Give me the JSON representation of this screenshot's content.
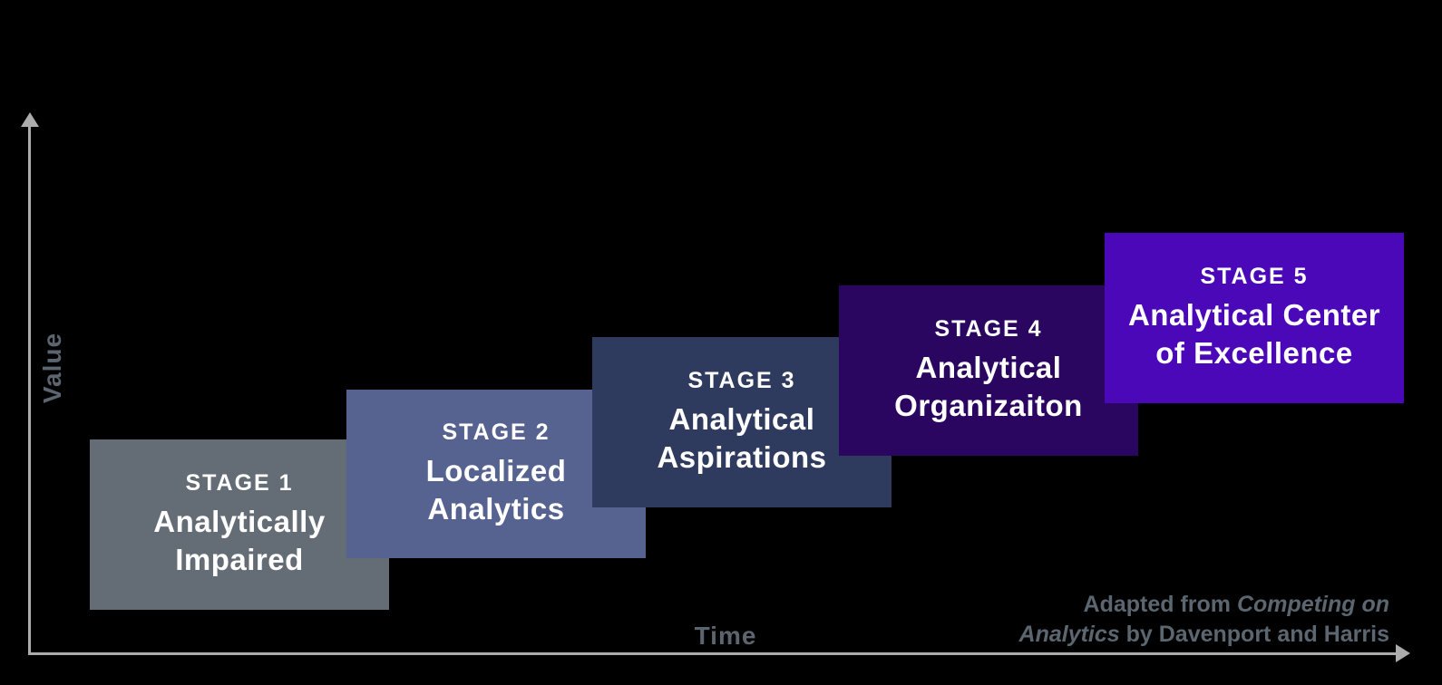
{
  "diagram": {
    "axes": {
      "y_label": "Value",
      "x_label": "Time"
    },
    "stages": [
      {
        "label": "STAGE 1",
        "title_lines": [
          "Analytically",
          "Impaired"
        ],
        "color": "#646c75"
      },
      {
        "label": "STAGE 2",
        "title_lines": [
          "Localized",
          "Analytics"
        ],
        "color": "#566390"
      },
      {
        "label": "STAGE 3",
        "title_lines": [
          "Analytical",
          "Aspirations"
        ],
        "color": "#2e3a5e"
      },
      {
        "label": "STAGE 4",
        "title_lines": [
          "Analytical",
          "Organizaiton"
        ],
        "color": "#2b0661"
      },
      {
        "label": "STAGE 5",
        "title_lines": [
          "Analytical Center",
          "of Excellence"
        ],
        "color": "#4b08b8"
      }
    ],
    "attribution": {
      "prefix": "Adapted from ",
      "italic1": "Competing on",
      "italic2": "Analytics",
      "suffix": " by Davenport and Harris"
    },
    "colors": {
      "background": "#000000",
      "axis": "#acacac",
      "axis_label_text": "#5c6470",
      "attribution_text": "#5c6670",
      "stage_text": "#ffffff"
    }
  }
}
